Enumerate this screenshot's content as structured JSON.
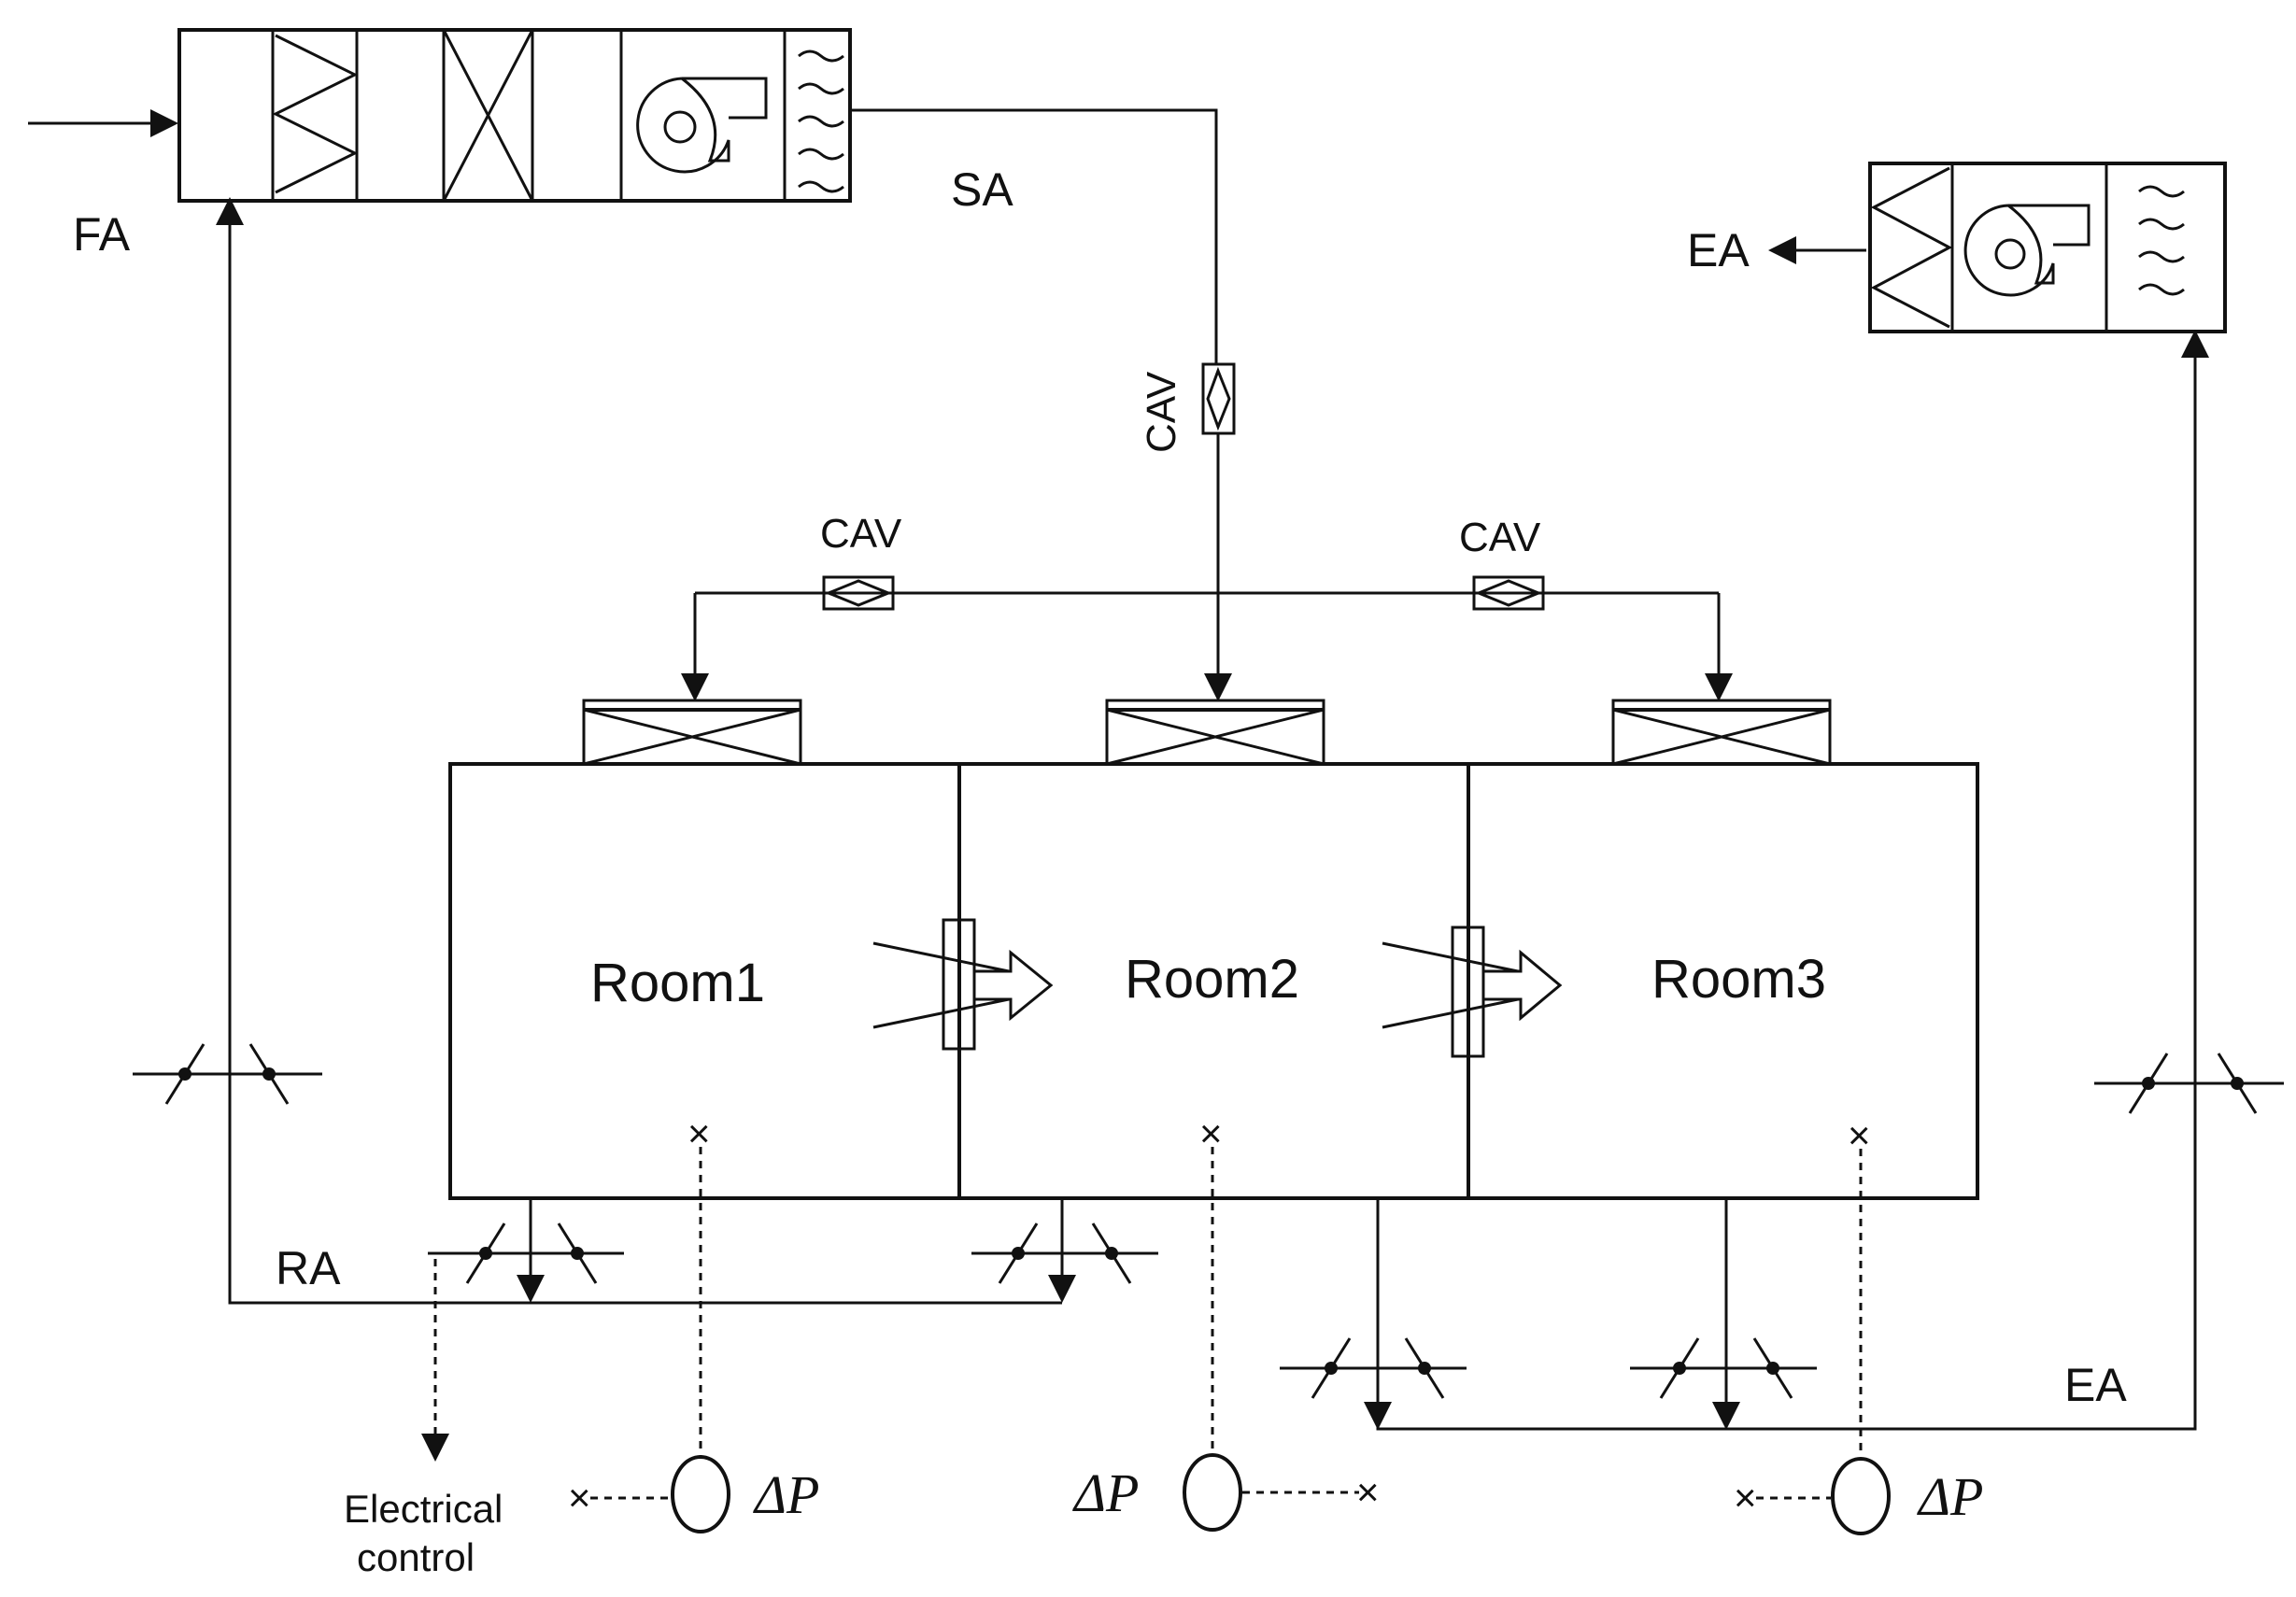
{
  "labels": {
    "fresh_air": "FA",
    "supply_air": "SA",
    "exhaust_air_top": "EA",
    "exhaust_air_bottom": "EA",
    "return_air": "RA",
    "cav_vertical": "CAV",
    "cav_left": "CAV",
    "cav_right": "CAV",
    "room1": "Room1",
    "room2": "Room2",
    "room3": "Room3",
    "electrical_control_line1": "Electrical",
    "electrical_control_line2": "control",
    "delta_p_room1": "ΔP",
    "delta_p_room2": "ΔP",
    "delta_p_room3": "ΔP"
  }
}
